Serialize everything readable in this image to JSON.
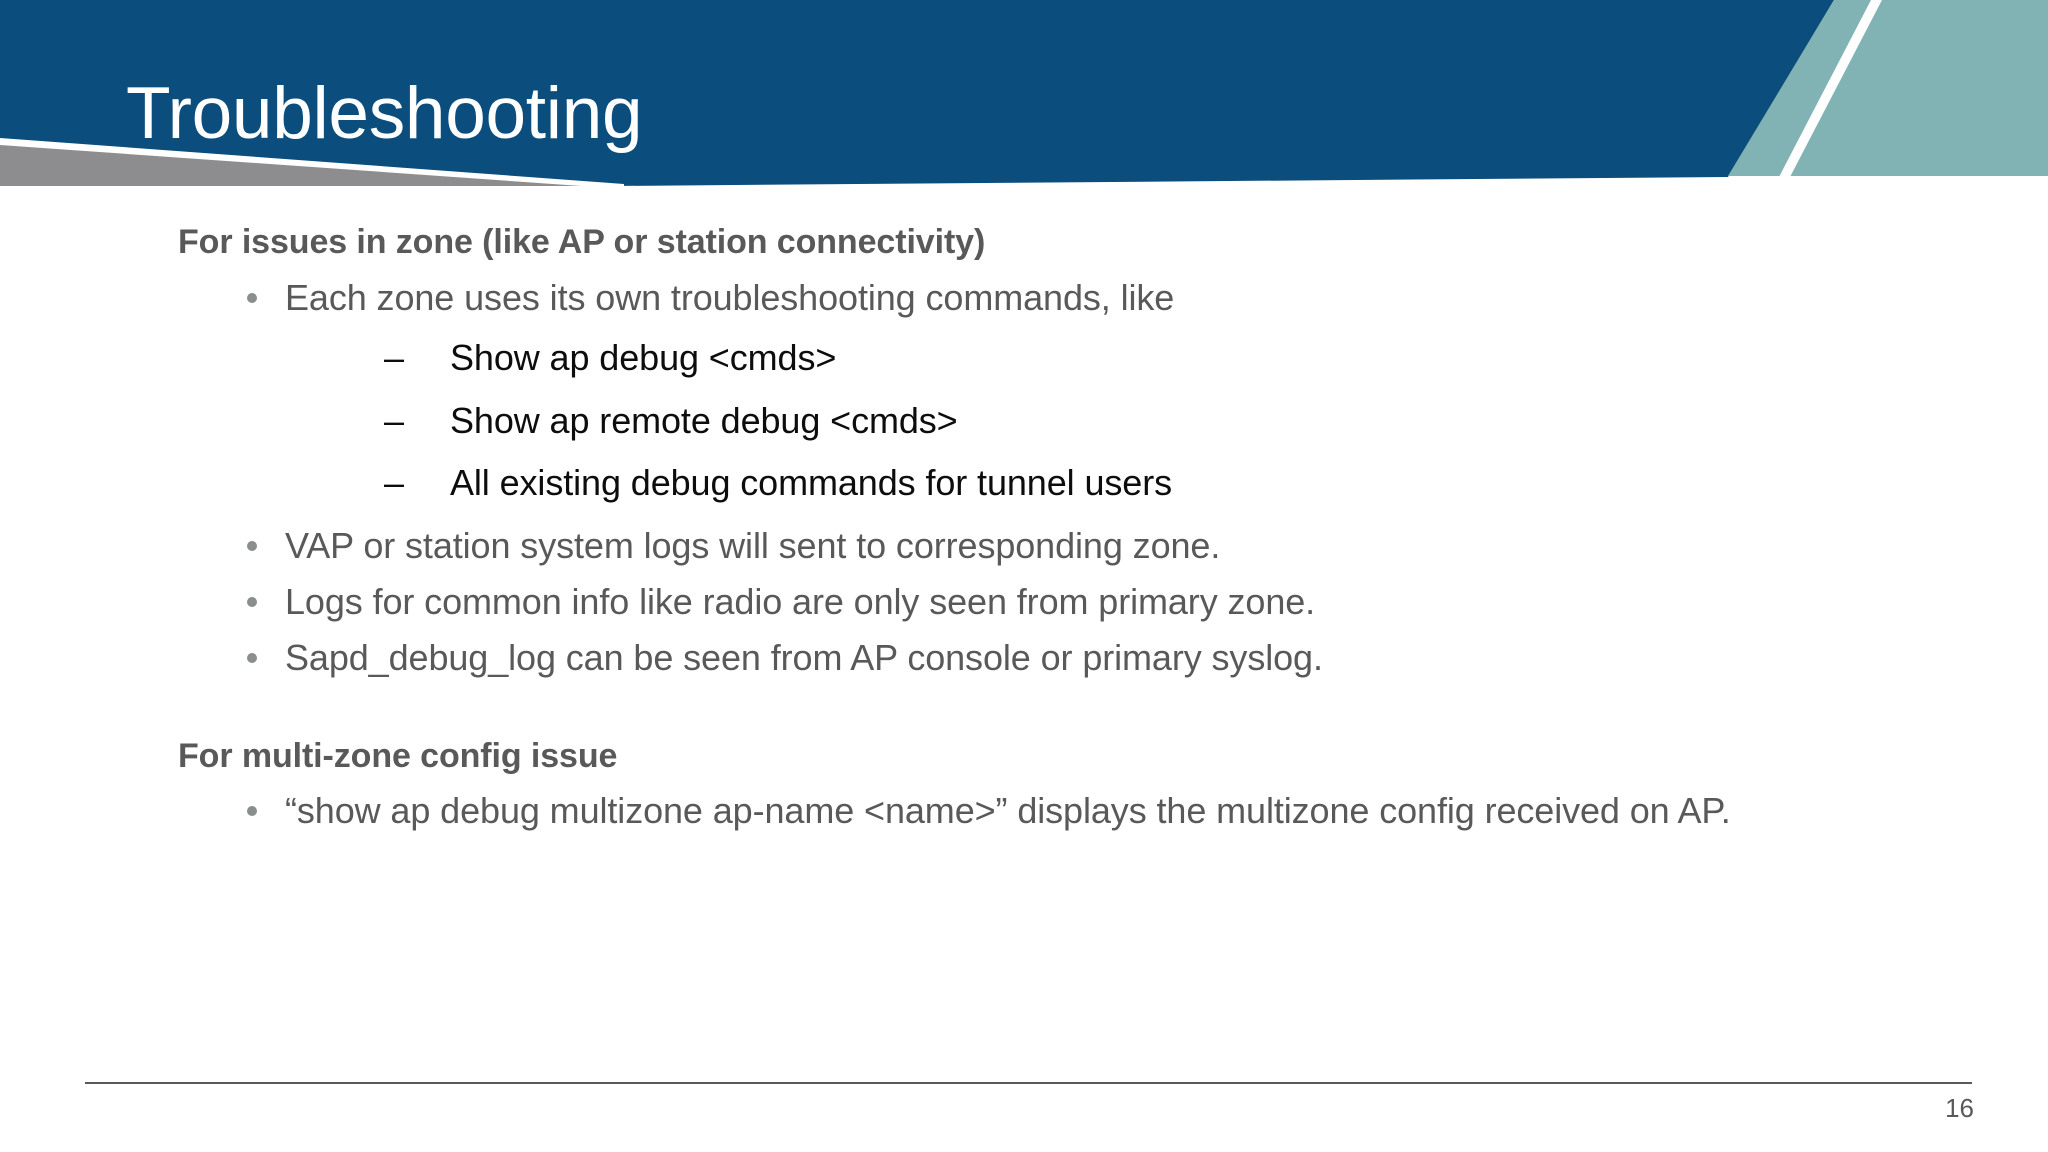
{
  "slide": {
    "title": "Troubleshooting",
    "page_number": "16",
    "colors": {
      "banner_blue": "#0b4d7d",
      "banner_teal": "#81b3b4",
      "banner_gray": "#8d8c8f",
      "heading_gray": "#595959",
      "body_gray": "#595959",
      "sub_black": "#0d0d0d",
      "bullet_dot": "#8a8f8c",
      "footer_rule": "#58595b",
      "background": "#ffffff"
    }
  },
  "content": {
    "sections": [
      {
        "heading": "For issues in zone (like AP or station connectivity)",
        "bullets": [
          {
            "text": "Each zone uses its own troubleshooting commands, like",
            "subitems": [
              "Show ap debug <cmds>",
              "Show ap remote debug <cmds>",
              "All existing debug commands for tunnel users"
            ]
          },
          {
            "text": "VAP or station system logs will sent to corresponding zone.",
            "subitems": []
          },
          {
            "text": "Logs for common info like radio are only seen from primary zone.",
            "subitems": []
          },
          {
            "text": "Sapd_debug_log can be seen from AP console or primary syslog.",
            "subitems": []
          }
        ]
      },
      {
        "heading": "For multi-zone config issue",
        "bullets": [
          {
            "text": "“show ap debug multizone ap-name <name>” displays the multizone config received on AP.",
            "subitems": []
          }
        ]
      }
    ],
    "dash_marker": "–",
    "bullet_marker": "•"
  }
}
